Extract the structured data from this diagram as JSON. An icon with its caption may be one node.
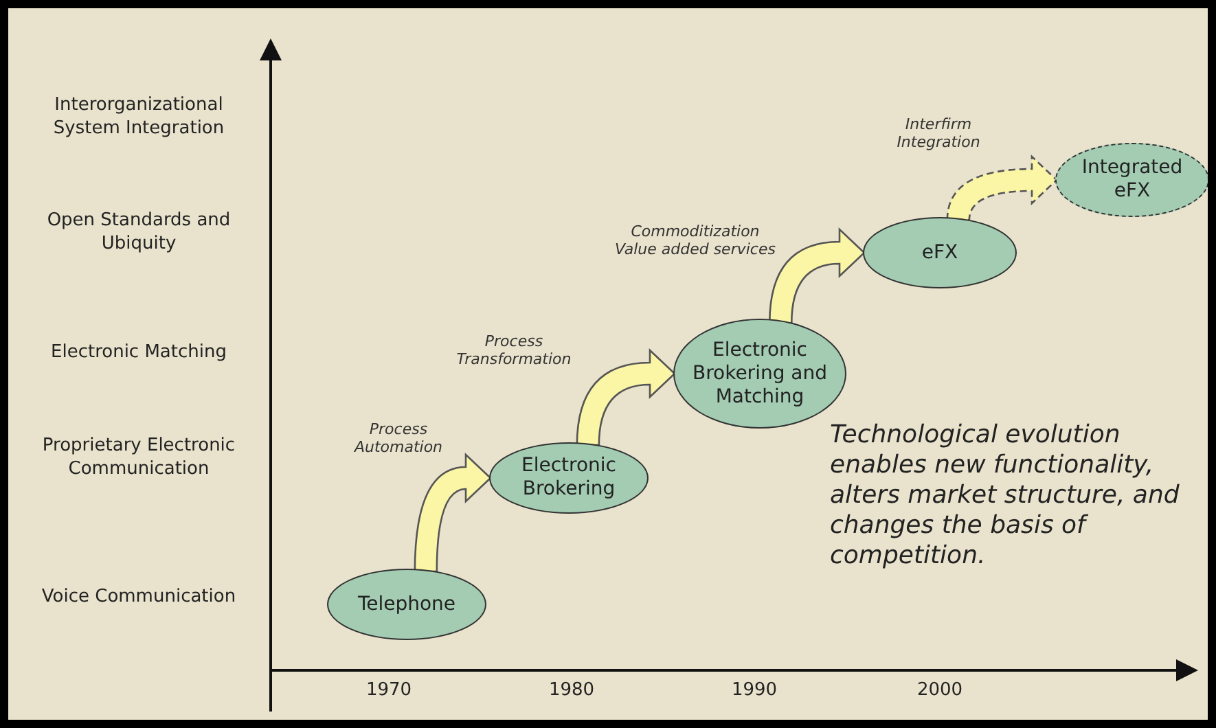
{
  "diagram": {
    "nodes": [
      {
        "text": [
          "Telephone"
        ]
      },
      {
        "text": [
          "Electronic Brokering"
        ]
      },
      {
        "text": [
          "Electronic Brokering and Matching"
        ]
      },
      {
        "text": [
          "eFX"
        ]
      },
      {
        "text": [
          "Integrated eFX"
        ]
      }
    ],
    "edges": [
      {
        "from": 0,
        "to": 1,
        "arrow": "to",
        "label": "Process Automation"
      },
      {
        "from": 1,
        "to": 2,
        "arrow": "to",
        "label": "Process Transformation"
      },
      {
        "from": 2,
        "to": 3,
        "arrow": "to",
        "label": "Commoditization Value added services"
      },
      {
        "from": 3,
        "to": 4,
        "arrow": "to",
        "label": "Interfirm Integration",
        "style": "dashed"
      }
    ],
    "labels": [
      "Interorganizational System Integration",
      "Open Standards and Ubiquity",
      "Electronic Matching",
      "Proprietary Electronic Communication",
      "Voice Communication",
      "Technological evolution enables new functionality, alters market structure, and changes the basis of competition.",
      "1970",
      "1980",
      "1990",
      "2000"
    ]
  }
}
